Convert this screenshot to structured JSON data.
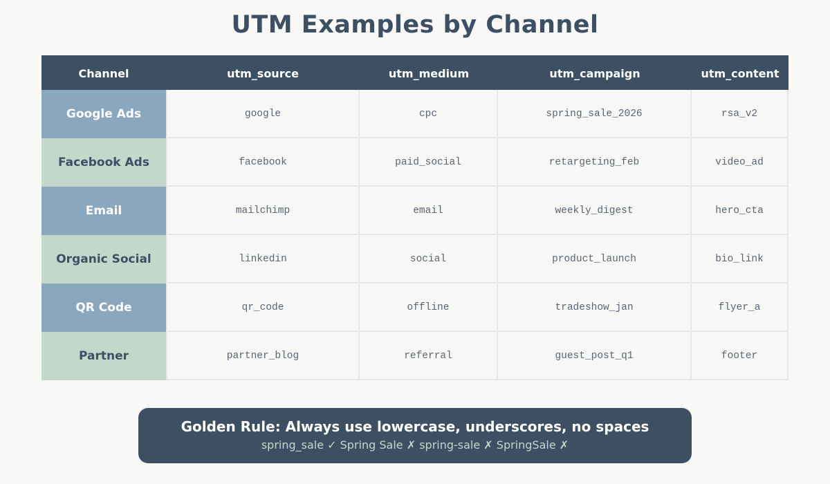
{
  "title": "UTM Examples by Channel",
  "table": {
    "headers": [
      "Channel",
      "utm_source",
      "utm_medium",
      "utm_campaign",
      "utm_content"
    ],
    "rows": [
      {
        "channel": "Google Ads",
        "utm_source": "google",
        "utm_medium": "cpc",
        "utm_campaign": "spring_sale_2026",
        "utm_content": "rsa_v2"
      },
      {
        "channel": "Facebook Ads",
        "utm_source": "facebook",
        "utm_medium": "paid_social",
        "utm_campaign": "retargeting_feb",
        "utm_content": "video_ad"
      },
      {
        "channel": "Email",
        "utm_source": "mailchimp",
        "utm_medium": "email",
        "utm_campaign": "weekly_digest",
        "utm_content": "hero_cta"
      },
      {
        "channel": "Organic Social",
        "utm_source": "linkedin",
        "utm_medium": "social",
        "utm_campaign": "product_launch",
        "utm_content": "bio_link"
      },
      {
        "channel": "QR Code",
        "utm_source": "qr_code",
        "utm_medium": "offline",
        "utm_campaign": "tradeshow_jan",
        "utm_content": "flyer_a"
      },
      {
        "channel": "Partner",
        "utm_source": "partner_blog",
        "utm_medium": "referral",
        "utm_campaign": "guest_post_q1",
        "utm_content": "footer"
      }
    ]
  },
  "golden_rule": {
    "title": "Golden Rule: Always use lowercase, underscores, no spaces",
    "examples": "spring_sale ✓ Spring Sale ✗ spring-sale ✗ SpringSale ✗"
  },
  "colors": {
    "header_bg": "#3d4f63",
    "channel_blue": "#8ba7be",
    "channel_green": "#c2d8cb",
    "background": "#f8f8f7"
  }
}
